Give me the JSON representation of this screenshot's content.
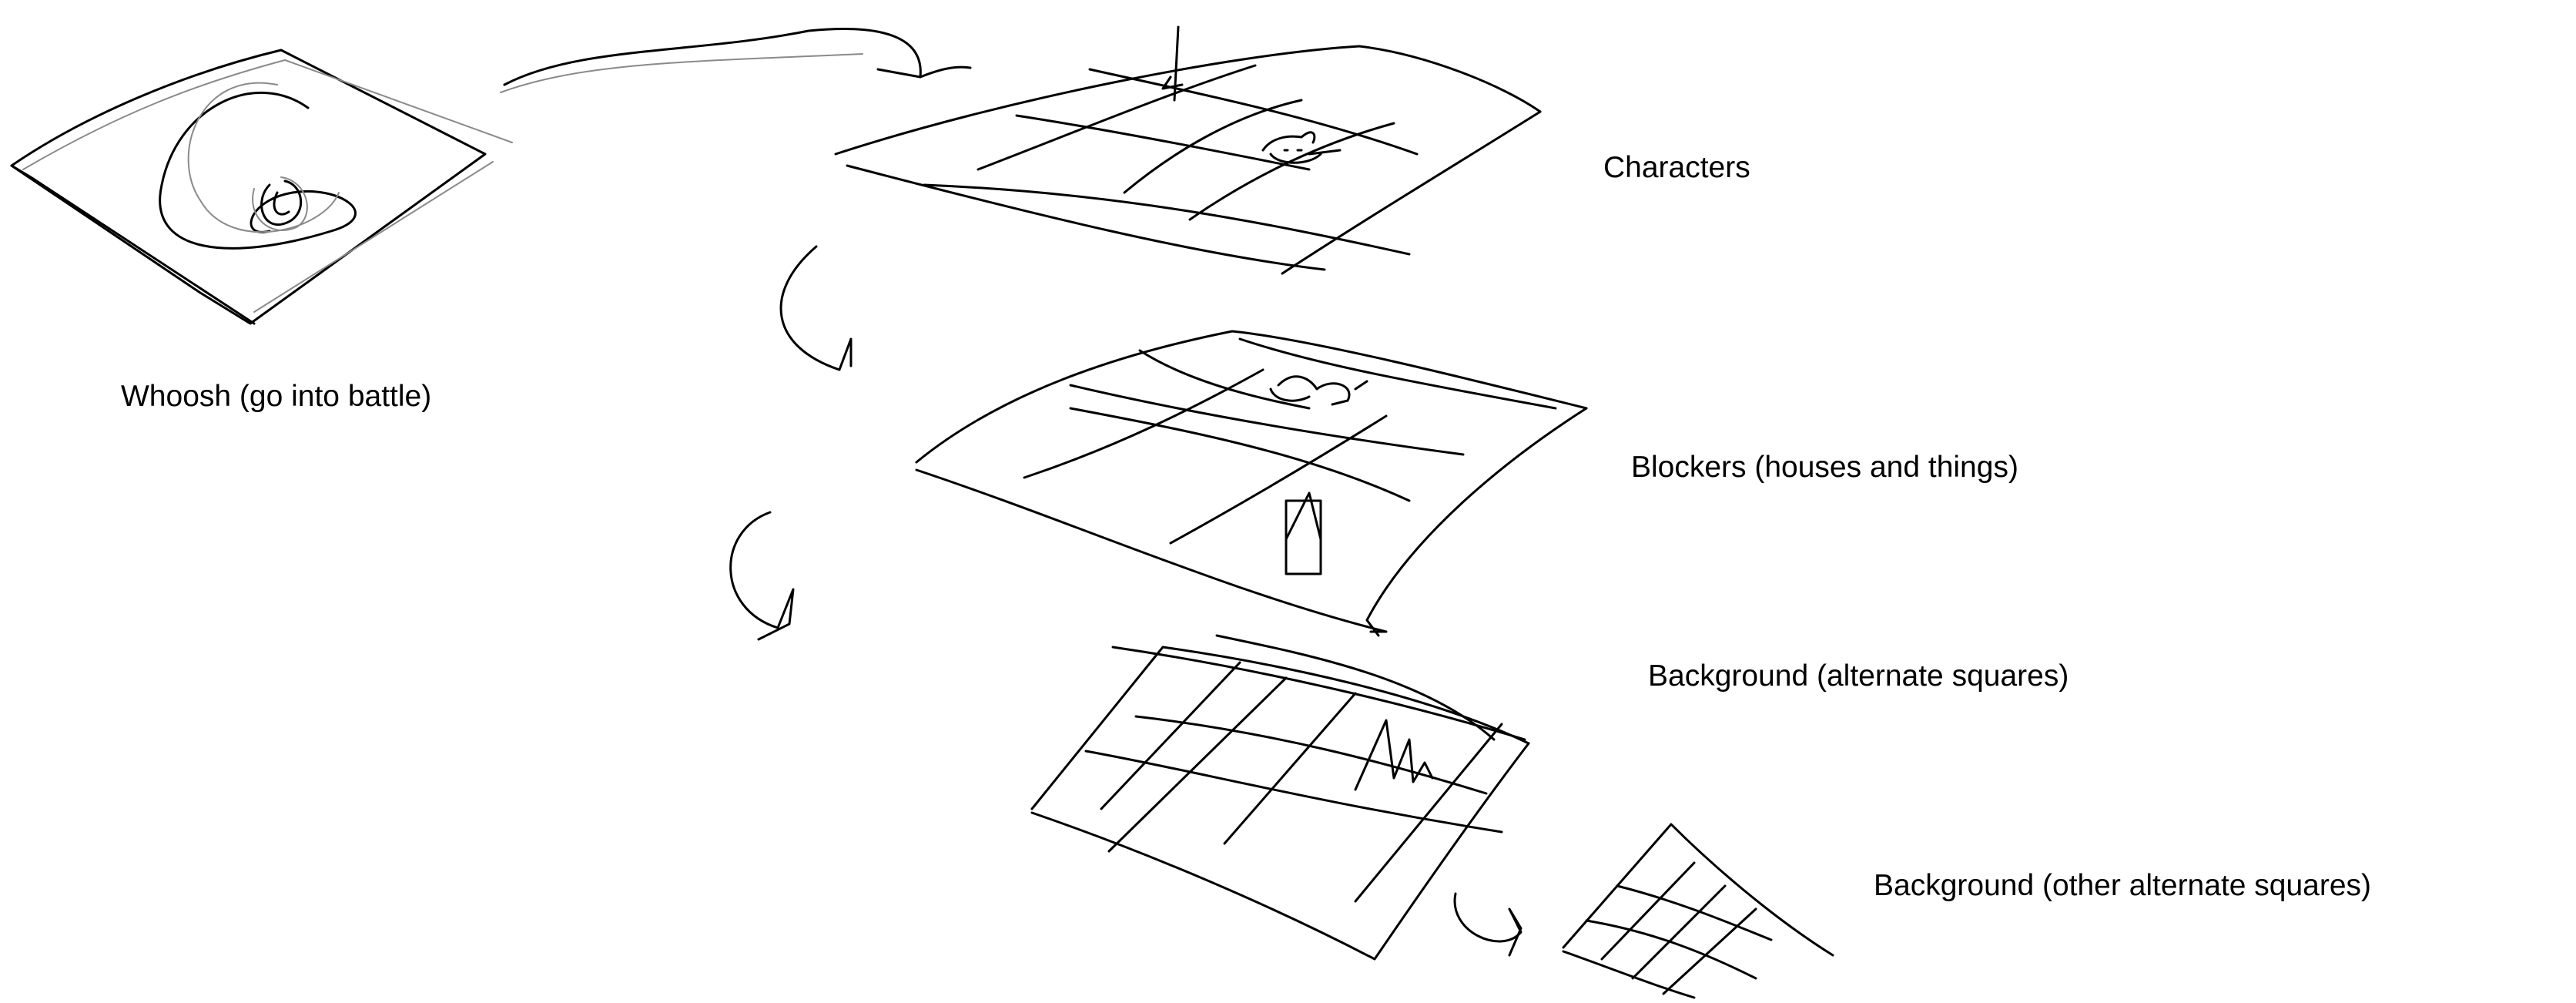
{
  "labels": {
    "whoosh": "Whoosh (go into battle)",
    "characters": "Characters",
    "blockers": "Blockers (houses and things)",
    "background_alternate": "Background (alternate squares)",
    "background_other": "Background (other alternate squares)"
  },
  "colors": {
    "ink": "#000000",
    "light_ink": "#8a8a8a",
    "background": "#ffffff"
  }
}
